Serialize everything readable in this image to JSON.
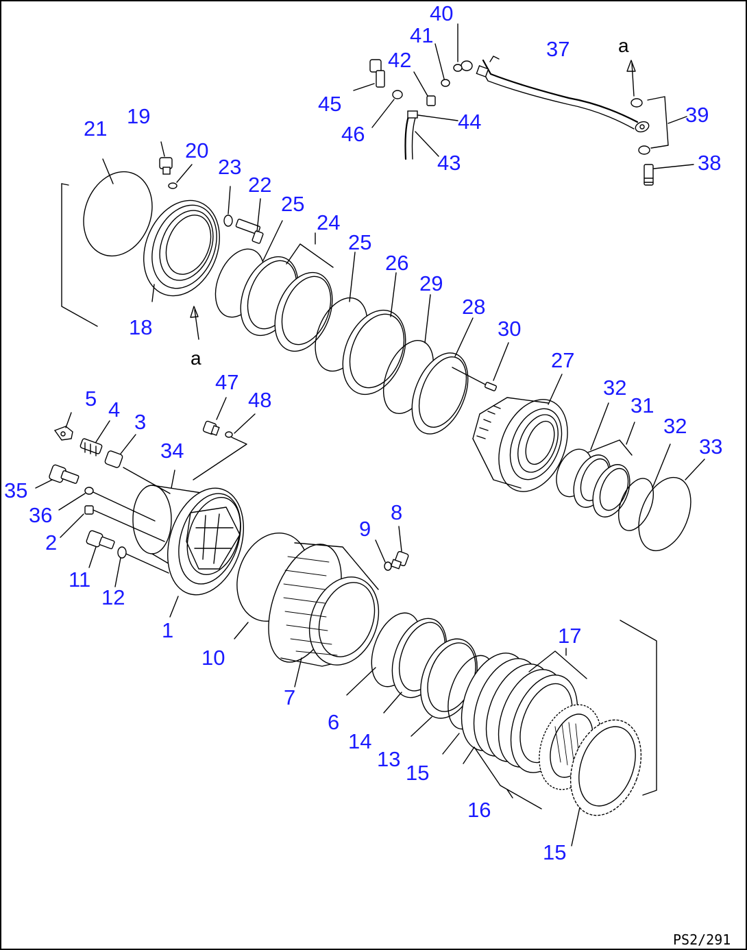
{
  "diagram": {
    "colors": {
      "callout": "#1a1aff",
      "line": "#000000",
      "background": "#ffffff"
    },
    "drawing_code": "PS2/291",
    "ref_marks": [
      {
        "id": "ref-a-upper",
        "text": "a"
      },
      {
        "id": "ref-a-lower",
        "text": "a"
      }
    ],
    "callouts": [
      {
        "id": "c40",
        "text": "40"
      },
      {
        "id": "c41",
        "text": "41"
      },
      {
        "id": "c42",
        "text": "42"
      },
      {
        "id": "c37",
        "text": "37"
      },
      {
        "id": "c45",
        "text": "45"
      },
      {
        "id": "c44",
        "text": "44"
      },
      {
        "id": "c46",
        "text": "46"
      },
      {
        "id": "c43",
        "text": "43"
      },
      {
        "id": "c39",
        "text": "39"
      },
      {
        "id": "c38",
        "text": "38"
      },
      {
        "id": "c19",
        "text": "19"
      },
      {
        "id": "c21",
        "text": "21"
      },
      {
        "id": "c20",
        "text": "20"
      },
      {
        "id": "c23",
        "text": "23"
      },
      {
        "id": "c22",
        "text": "22"
      },
      {
        "id": "c25a",
        "text": "25"
      },
      {
        "id": "c24",
        "text": "24"
      },
      {
        "id": "c25b",
        "text": "25"
      },
      {
        "id": "c26",
        "text": "26"
      },
      {
        "id": "c29",
        "text": "29"
      },
      {
        "id": "c28",
        "text": "28"
      },
      {
        "id": "c30",
        "text": "30"
      },
      {
        "id": "c27",
        "text": "27"
      },
      {
        "id": "c18",
        "text": "18"
      },
      {
        "id": "c32a",
        "text": "32"
      },
      {
        "id": "c31",
        "text": "31"
      },
      {
        "id": "c32b",
        "text": "32"
      },
      {
        "id": "c33",
        "text": "33"
      },
      {
        "id": "c47",
        "text": "47"
      },
      {
        "id": "c48",
        "text": "48"
      },
      {
        "id": "c5",
        "text": "5"
      },
      {
        "id": "c4",
        "text": "4"
      },
      {
        "id": "c3",
        "text": "3"
      },
      {
        "id": "c34",
        "text": "34"
      },
      {
        "id": "c35",
        "text": "35"
      },
      {
        "id": "c36",
        "text": "36"
      },
      {
        "id": "c2",
        "text": "2"
      },
      {
        "id": "c8",
        "text": "8"
      },
      {
        "id": "c9",
        "text": "9"
      },
      {
        "id": "c11",
        "text": "11"
      },
      {
        "id": "c12",
        "text": "12"
      },
      {
        "id": "c1",
        "text": "1"
      },
      {
        "id": "c10",
        "text": "10"
      },
      {
        "id": "c17",
        "text": "17"
      },
      {
        "id": "c7",
        "text": "7"
      },
      {
        "id": "c6",
        "text": "6"
      },
      {
        "id": "c14",
        "text": "14"
      },
      {
        "id": "c13",
        "text": "13"
      },
      {
        "id": "c15a",
        "text": "15"
      },
      {
        "id": "c16",
        "text": "16"
      },
      {
        "id": "c15b",
        "text": "15"
      }
    ]
  }
}
